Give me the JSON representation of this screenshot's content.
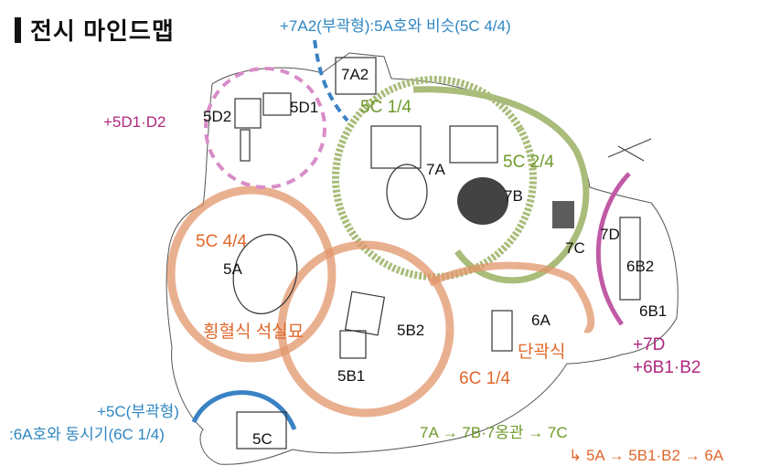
{
  "title": "전시 마인드맵",
  "colors": {
    "orange": "#e0672b",
    "green": "#6e9a2a",
    "blue": "#2e86c1",
    "purple": "#b0277f",
    "pink": "#d98cc8",
    "ring_orange": "#e2966b",
    "ring_green": "#a9bc7a",
    "ring_blue": "#3a82c4",
    "ring_purple": "#c05aa6"
  },
  "labels": {
    "top_note": "+7A2(부곽형):5A호와 비슷(5C 4/4)",
    "plus_5d1": "+5D1·D2",
    "r_5d2": "5D2",
    "r_5d1": "5D1",
    "r_7a2": "7A2",
    "g_5c14": "5C 1/4",
    "g_5c24": "5C 2/4",
    "r_7a": "7A",
    "r_7b": "7B",
    "r_7c": "7C",
    "r_7d": "7D",
    "r_6b2": "6B2",
    "r_6b1": "6B1",
    "o_5c44": "5C 4/4",
    "r_5a": "5A",
    "o_hoenghyeol": "횡혈식 석실묘",
    "r_5b2": "5B2",
    "r_5b1": "5B1",
    "r_6a": "6A",
    "o_dangwak": "단곽식",
    "o_6c14": "6C 1/4",
    "p_7d": "+7D",
    "p_6b1b2": "+6B1·B2",
    "b_note1": "+5C(부곽형)",
    "b_note2": ":6A호와 동시기(6C 1/4)",
    "r_5c": "5C",
    "g_seq": "7A → 7B·7옹관 → 7C",
    "o_seq": "↳ 5A → 5B1·B2 → 6A"
  }
}
